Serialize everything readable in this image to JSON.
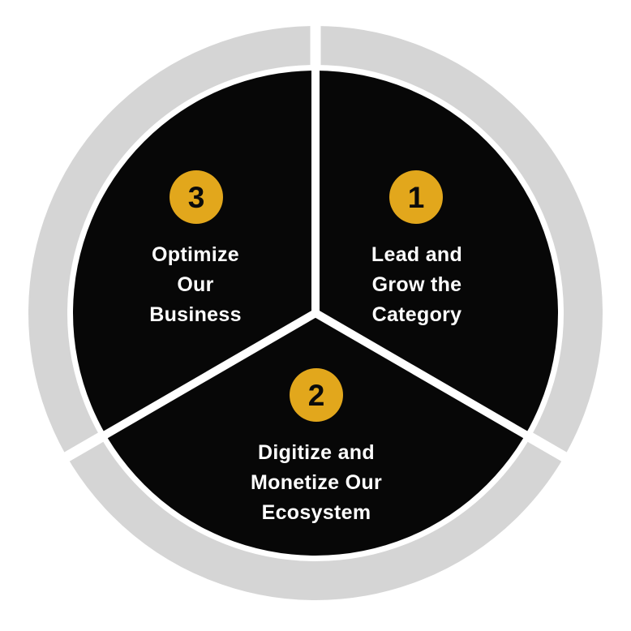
{
  "diagram": {
    "type": "circular-strategy-wheel",
    "segment_count": 3,
    "colors": {
      "background": "#ffffff",
      "outer_ring": "#d5d5d5",
      "segment_fill": "#070707",
      "badge_fill": "#e2a71c",
      "badge_number": "#0b0b0b",
      "label_text": "#ffffff"
    },
    "segments": [
      {
        "number": "1",
        "position": "right",
        "label": "Lead and Grow the Category",
        "label_lines": [
          "Lead and",
          "Grow the",
          "Category"
        ]
      },
      {
        "number": "2",
        "position": "bottom",
        "label": "Digitize and Monetize Our Ecosystem",
        "label_lines": [
          "Digitize and",
          "Monetize Our",
          "Ecosystem"
        ]
      },
      {
        "number": "3",
        "position": "left",
        "label": "Optimize Our Business",
        "label_lines": [
          "Optimize",
          "Our",
          "Business"
        ]
      }
    ]
  }
}
